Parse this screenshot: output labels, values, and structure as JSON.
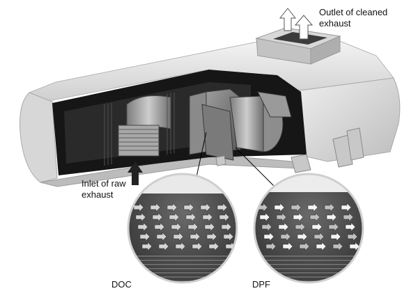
{
  "labels": {
    "outlet_line1": "Outlet of cleaned",
    "outlet_line2": "exhaust",
    "inlet_line1": "Inlet of raw",
    "inlet_line2": "exhaust",
    "doc": "DOC",
    "dpf": "DPF"
  },
  "colors": {
    "housing": "#e6e6e6",
    "housing_shadow": "#c9c9c9",
    "interior": "#1a1a1a",
    "metal": "#9a9a9a",
    "metal_light": "#c2c2c2",
    "arrow_gray": "#d0d0d0",
    "arrow_dark": "#3a3a3a",
    "callout_line": "#000000"
  }
}
